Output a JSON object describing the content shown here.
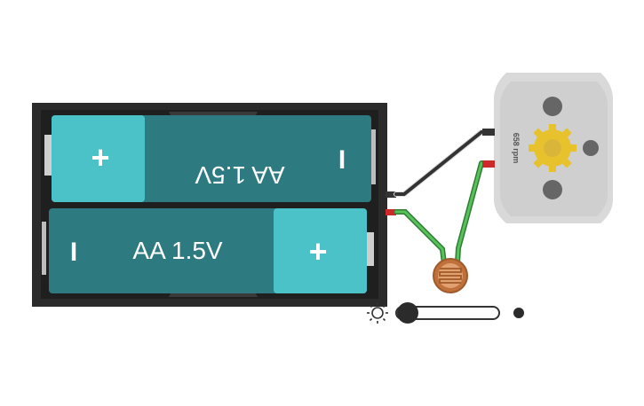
{
  "circuit": {
    "battery_pack": {
      "cells": [
        {
          "label": "AA 1.5V",
          "positive_symbol": "+",
          "negative_symbol": "I",
          "orientation": "flipped"
        },
        {
          "label": "AA 1.5V",
          "positive_symbol": "+",
          "negative_symbol": "I",
          "orientation": "normal"
        }
      ]
    },
    "motor": {
      "speed_label": "658 rpm"
    },
    "light_slider": {
      "icon": "sun-icon",
      "level": 0.0
    },
    "colors": {
      "battery_body": "#2b2b2b",
      "cell_dark": "#2d7a80",
      "cell_light": "#4bc2c7",
      "wire_black": "#333333",
      "wire_green": "#4caf50",
      "terminal_red": "#cc2a2a",
      "motor_body": "#d9d9d9",
      "gear": "#e8c22c",
      "photoresistor": "#c0703a"
    }
  }
}
